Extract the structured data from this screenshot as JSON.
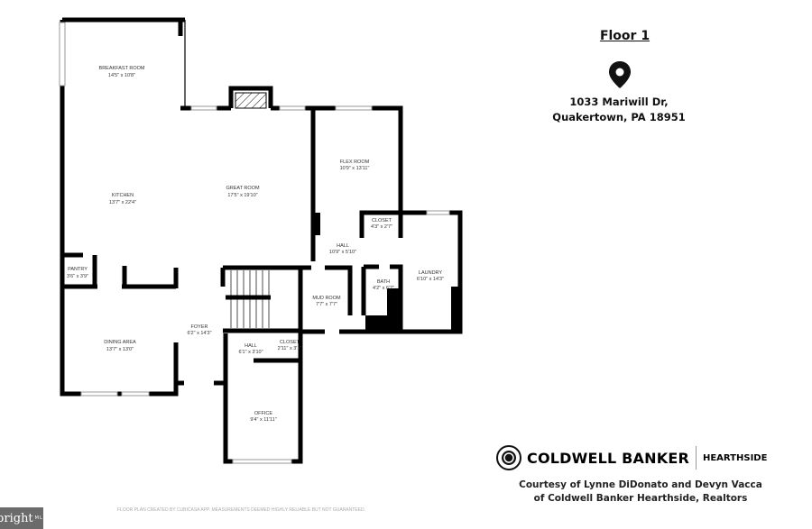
{
  "floor_title": "Floor 1",
  "icons": {
    "location": "map-pin-icon",
    "brand_logo": "coldwell-banker-seal-icon"
  },
  "address": {
    "line1": "1033 Mariwill Dr,",
    "line2": "Quakertown, PA 18951"
  },
  "rooms": {
    "breakfast": {
      "name": "BREAKFAST ROOM",
      "dims": "14'5\" x 10'8\""
    },
    "kitchen": {
      "name": "KITCHEN",
      "dims": "13'7\" x 22'4\""
    },
    "great": {
      "name": "GREAT ROOM",
      "dims": "17'5\" x 19'10\""
    },
    "flex": {
      "name": "FLEX ROOM",
      "dims": "10'9\" x 13'11\""
    },
    "closet1": {
      "name": "CLOSET",
      "dims": "4'3\" x 2'7\""
    },
    "hall1": {
      "name": "HALL",
      "dims": "10'9\" x 5'10\""
    },
    "laundry": {
      "name": "LAUNDRY",
      "dims": "6'10\" x 14'3\""
    },
    "bath": {
      "name": "BATH",
      "dims": "4'2\" x 6'2\""
    },
    "mud": {
      "name": "MUD ROOM",
      "dims": "7'7\" x 7'7\""
    },
    "pantry": {
      "name": "PANTRY",
      "dims": "3'6\" x 3'9\""
    },
    "dining": {
      "name": "DINING AREA",
      "dims": "13'7\" x 13'0\""
    },
    "foyer": {
      "name": "FOYER",
      "dims": "6'2\" x 14'3\""
    },
    "hall2": {
      "name": "HALL",
      "dims": "6'1\" x 3'10\""
    },
    "closet2": {
      "name": "CLOSET",
      "dims": "2'11\" x 3'1\""
    },
    "office": {
      "name": "OFFICE",
      "dims": "9'4\" x 11'11\""
    }
  },
  "brand": {
    "name": "COLDWELL BANKER",
    "sub": "HEARTHSIDE"
  },
  "courtesy": {
    "line1": "Courtesy of Lynne DiDonato and Devyn Vacca",
    "line2": "of Coldwell Banker Hearthside, Realtors"
  },
  "mls": {
    "brand": "bright",
    "suffix": "MLS"
  },
  "disclaimer": "FLOOR PLAN CREATED BY CUBICASA APP. MEASUREMENTS DEEMED HIGHLY RELIABLE BUT NOT GUARANTEED."
}
